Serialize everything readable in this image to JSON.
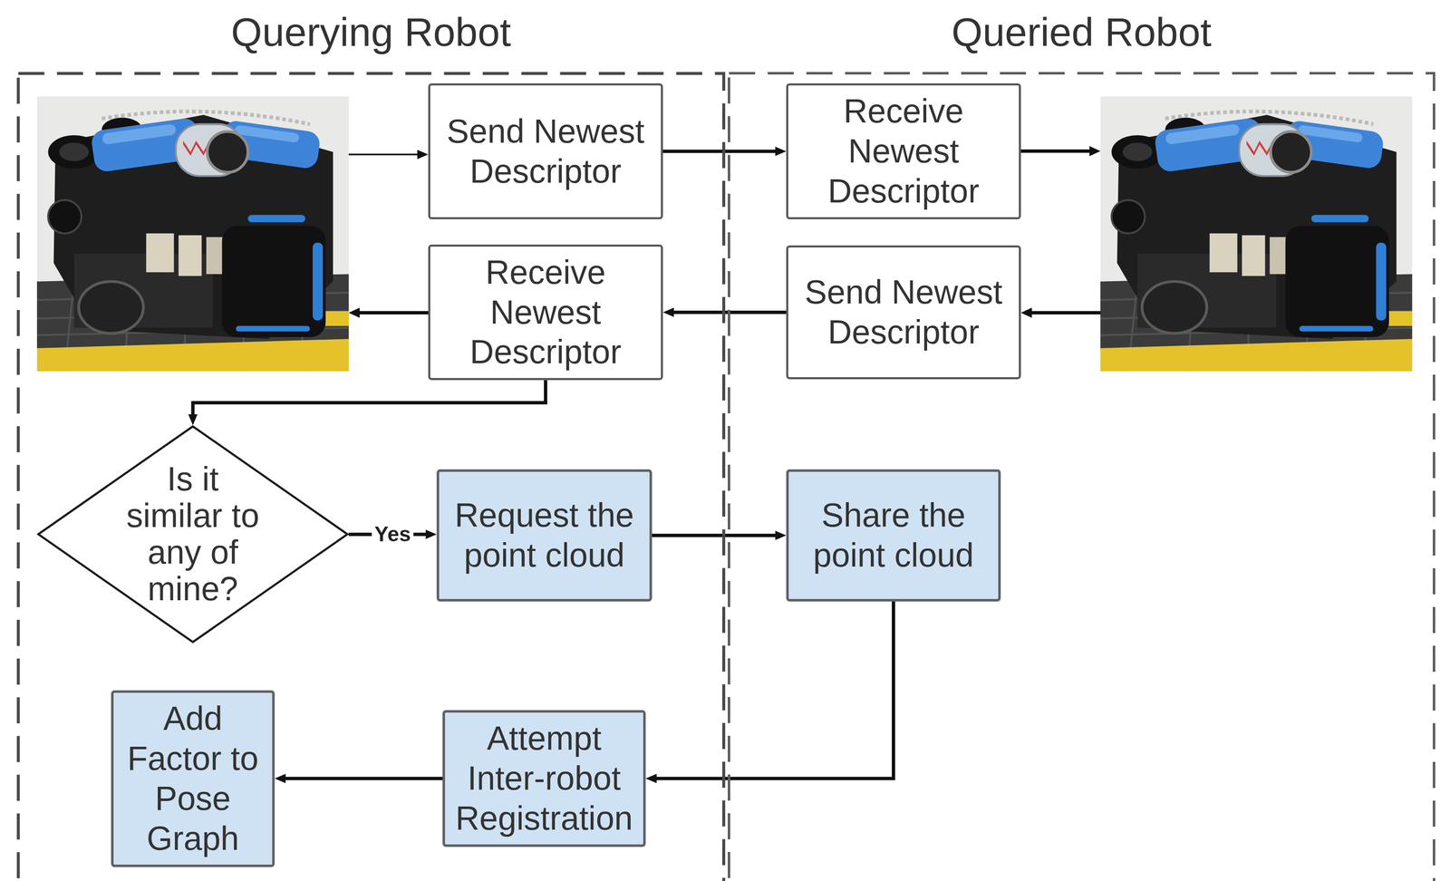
{
  "diagram": {
    "nodes": [
      {
        "text": [
          "Querying Robot"
        ]
      },
      {
        "text": [
          "Send Newest Descriptor"
        ],
        "in": 0
      },
      {
        "text": [
          "Receive Newest Descriptor"
        ],
        "in": 0
      },
      {
        "text": [
          "Is it similar to any of mine?"
        ],
        "in": 0
      },
      {
        "text": [
          "Request the point cloud"
        ],
        "in": 0
      },
      {
        "text": [
          "Add Factor to Pose Graph"
        ],
        "in": 0
      },
      {
        "text": [
          "Attempt Inter-robot Registration"
        ],
        "in": 0
      },
      {
        "text": [
          "Queried Robot"
        ]
      },
      {
        "text": [
          "Receive Newest Descriptor"
        ],
        "in": 7
      },
      {
        "text": [
          "Send Newest Descriptor"
        ],
        "in": 7
      },
      {
        "text": [
          "Share the point cloud"
        ],
        "in": 7
      }
    ],
    "edges": [
      {
        "from": 1,
        "to": 8,
        "arrow": "to"
      },
      {
        "from": 9,
        "to": 2,
        "arrow": "to"
      },
      {
        "from": 2,
        "to": 3,
        "arrow": "to"
      },
      {
        "from": 3,
        "to": 4,
        "label": "Yes",
        "arrow": "to"
      },
      {
        "from": 4,
        "to": 10,
        "arrow": "to"
      },
      {
        "from": 10,
        "to": 6,
        "arrow": "to"
      },
      {
        "from": 6,
        "to": 5,
        "arrow": "to"
      }
    ]
  }
}
